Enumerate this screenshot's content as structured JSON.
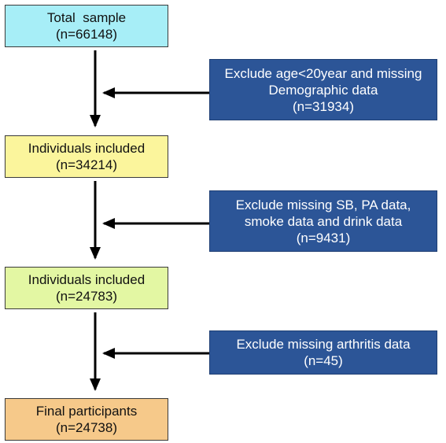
{
  "steps": [
    {
      "title": "Total  sample",
      "count": "(n=66148)",
      "color": "#a7eef7"
    },
    {
      "title": "Individuals included",
      "count": "(n=34214)",
      "color": "#fbf59c"
    },
    {
      "title": "Individuals included",
      "count": "(n=24783)",
      "color": "#e3f7a3"
    },
    {
      "title": "Final participants",
      "count": "(n=24738)",
      "color": "#f6c98a"
    }
  ],
  "exclusions": [
    {
      "line1": "Exclude age<20year and missing",
      "line2": "Demographic data",
      "count": "(n=31934)"
    },
    {
      "line1": "Exclude missing SB, PA data,",
      "line2": "smoke data and drink data",
      "count": "(n=9431)"
    },
    {
      "line1": "Exclude missing arthritis data",
      "count": "(n=45)"
    }
  ],
  "colors": {
    "exclusion_fill": "#2c5597",
    "arrow": "#000000"
  }
}
